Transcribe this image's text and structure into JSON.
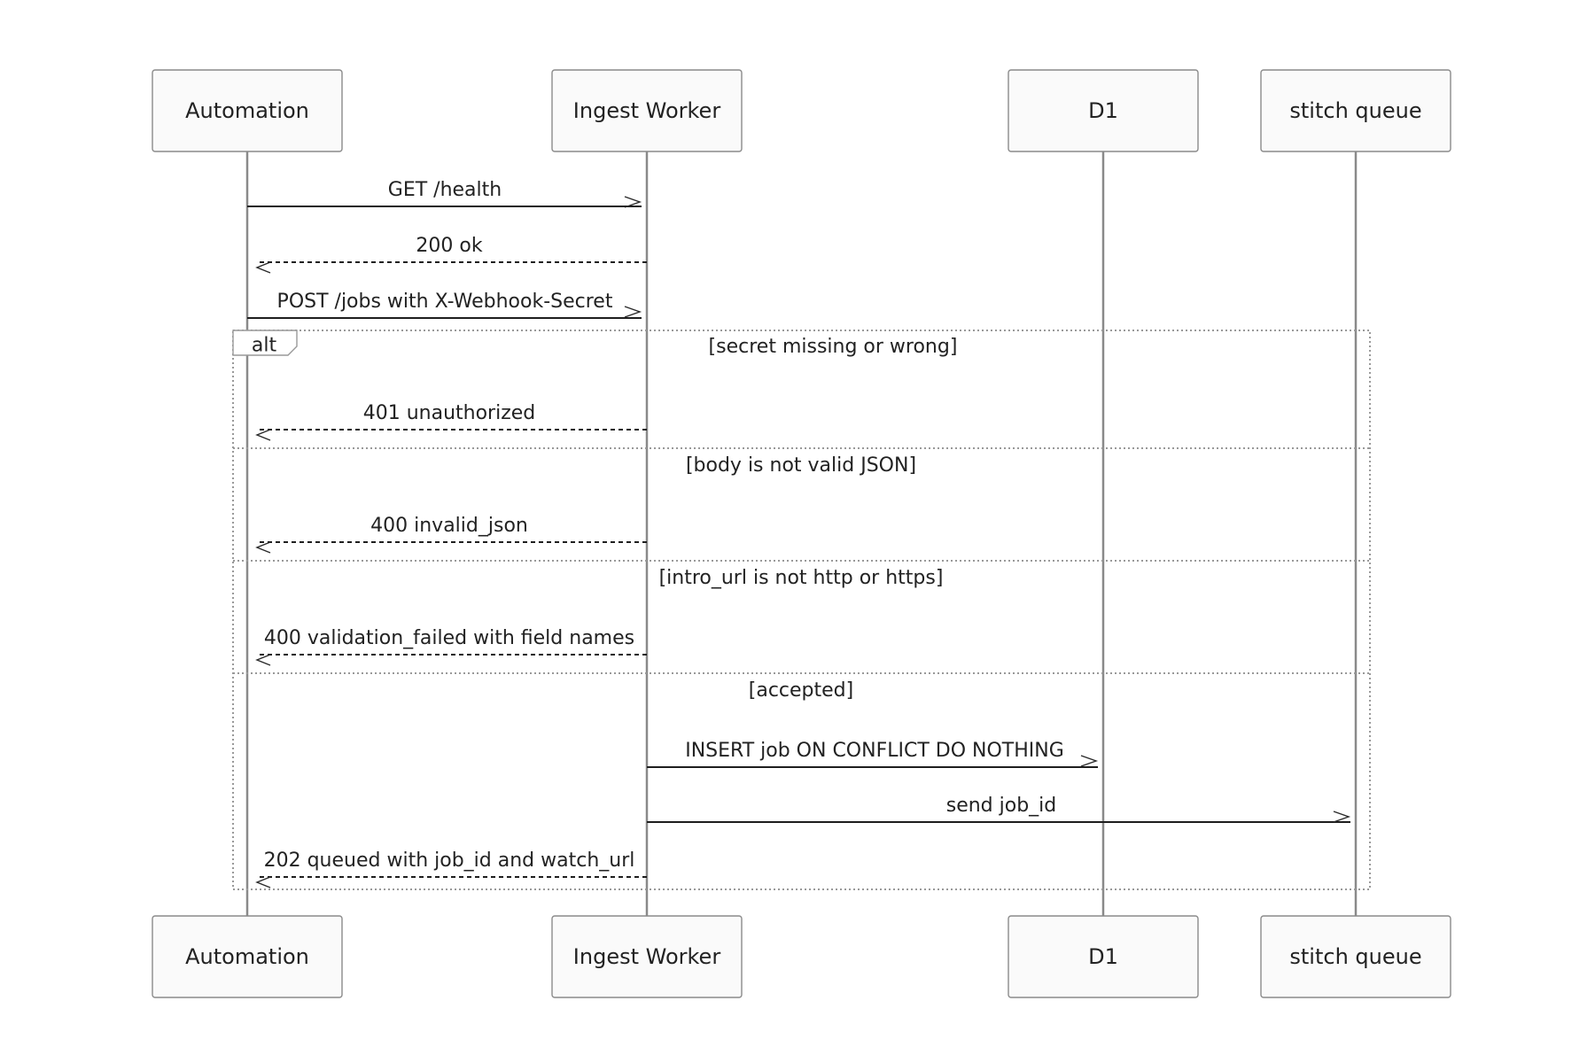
{
  "participants": [
    {
      "id": "automation",
      "label": "Automation"
    },
    {
      "id": "ingest",
      "label": "Ingest Worker"
    },
    {
      "id": "d1",
      "label": "D1"
    },
    {
      "id": "stitch",
      "label": "stitch queue"
    }
  ],
  "pre_messages": [
    {
      "from": "automation",
      "to": "ingest",
      "label": "GET /health",
      "style": "solid"
    },
    {
      "from": "ingest",
      "to": "automation",
      "label": "200 ok",
      "style": "dashed"
    },
    {
      "from": "automation",
      "to": "ingest",
      "label": "POST /jobs with X-Webhook-Secret",
      "style": "solid"
    }
  ],
  "alt_frame": {
    "label": "alt",
    "sections": [
      {
        "guard": "[secret missing or wrong]",
        "messages": [
          {
            "from": "ingest",
            "to": "automation",
            "label": "401 unauthorized",
            "style": "dashed"
          }
        ]
      },
      {
        "guard": "[body is not valid JSON]",
        "messages": [
          {
            "from": "ingest",
            "to": "automation",
            "label": "400 invalid_json",
            "style": "dashed"
          }
        ]
      },
      {
        "guard": "[intro_url is not http or https]",
        "messages": [
          {
            "from": "ingest",
            "to": "automation",
            "label": "400 validation_failed with field names",
            "style": "dashed"
          }
        ]
      },
      {
        "guard": "[accepted]",
        "messages": [
          {
            "from": "ingest",
            "to": "d1",
            "label": "INSERT job ON CONFLICT DO NOTHING",
            "style": "solid"
          },
          {
            "from": "ingest",
            "to": "stitch",
            "label": "send job_id",
            "style": "solid"
          },
          {
            "from": "ingest",
            "to": "automation",
            "label": "202 queued with job_id and watch_url",
            "style": "dashed"
          }
        ]
      }
    ]
  }
}
